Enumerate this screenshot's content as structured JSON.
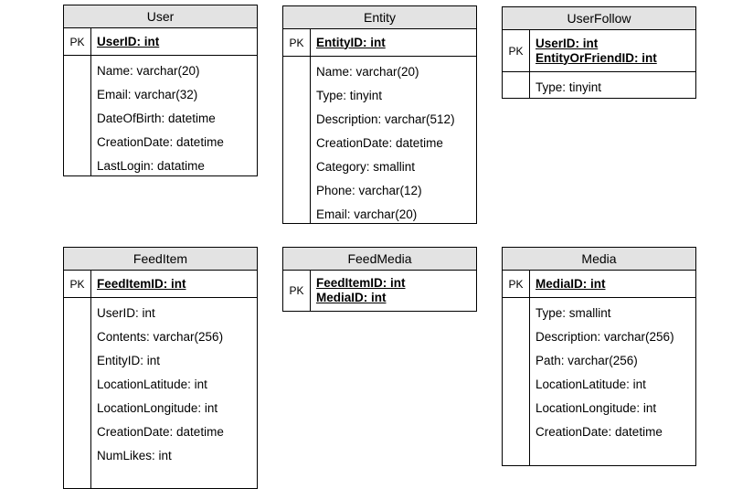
{
  "entities": [
    {
      "name": "User",
      "pk_label": "PK",
      "pk": [
        "UserID: int"
      ],
      "attributes": [
        "Name: varchar(20)",
        "Email: varchar(32)",
        "DateOfBirth: datetime",
        "CreationDate: datetime",
        "LastLogin: datatime"
      ]
    },
    {
      "name": "Entity",
      "pk_label": "PK",
      "pk": [
        "EntityID: int"
      ],
      "attributes": [
        "Name: varchar(20)",
        "Type: tinyint",
        "Description: varchar(512)",
        "CreationDate: datetime",
        "Category: smallint",
        "Phone: varchar(12)",
        "Email: varchar(20)"
      ]
    },
    {
      "name": "UserFollow",
      "pk_label": "PK",
      "pk": [
        "UserID: int",
        "EntityOrFriendID: int"
      ],
      "attributes": [
        "Type: tinyint"
      ]
    },
    {
      "name": "FeedItem",
      "pk_label": "PK",
      "pk": [
        "FeedItemID: int"
      ],
      "attributes": [
        "UserID: int",
        "Contents: varchar(256)",
        "EntityID: int",
        "LocationLatitude: int",
        "LocationLongitude: int",
        "CreationDate: datetime",
        "NumLikes: int"
      ]
    },
    {
      "name": "FeedMedia",
      "pk_label": "PK",
      "pk": [
        "FeedItemID: int",
        "MediaID: int"
      ],
      "attributes": []
    },
    {
      "name": "Media",
      "pk_label": "PK",
      "pk": [
        "MediaID: int"
      ],
      "attributes": [
        "Type: smallint",
        "Description: varchar(256)",
        "Path: varchar(256)",
        "LocationLatitude: int",
        "LocationLongitude: int",
        "CreationDate: datetime"
      ]
    }
  ]
}
